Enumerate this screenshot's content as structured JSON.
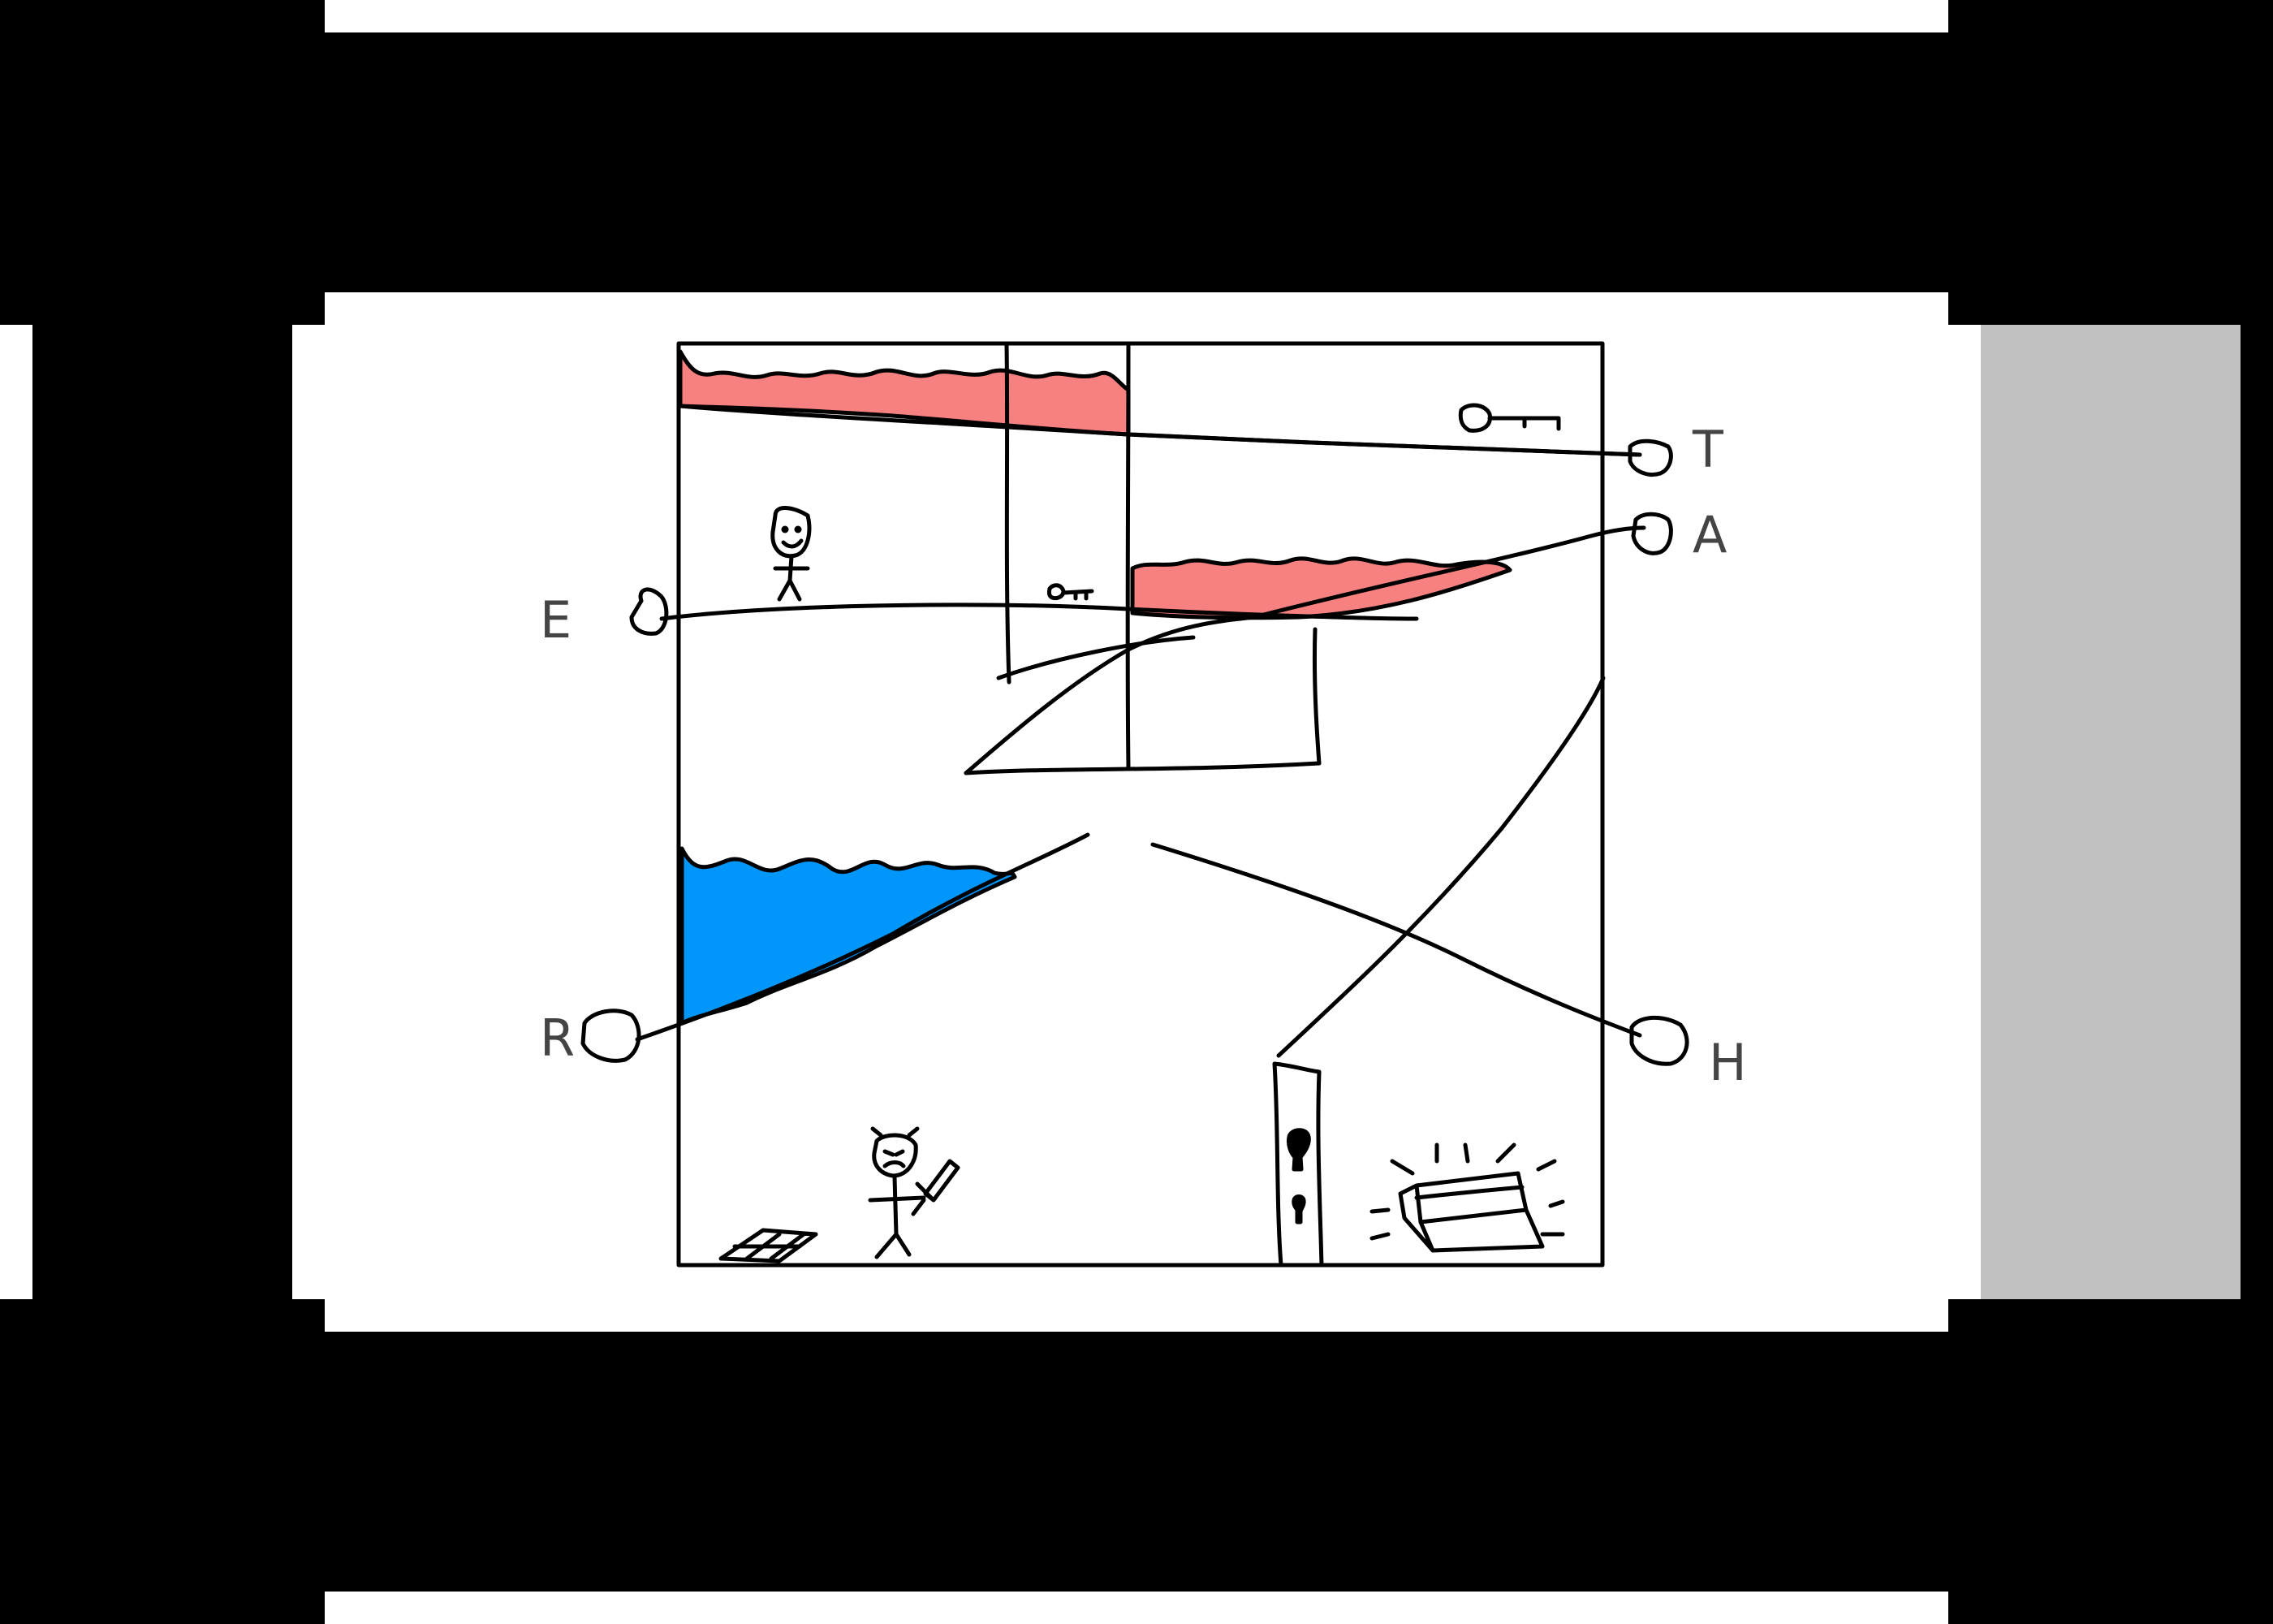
{
  "game": {
    "pins": [
      {
        "id": "T",
        "label": "T"
      },
      {
        "id": "A",
        "label": "A"
      },
      {
        "id": "E",
        "label": "E"
      },
      {
        "id": "R",
        "label": "R"
      },
      {
        "id": "H",
        "label": "H"
      }
    ],
    "colors": {
      "background": "#000000",
      "screen": "#ffffff",
      "side_panel": "#c0c0c0",
      "lava": "#f78080",
      "water": "#0096fa",
      "ink": "#000000",
      "label": "#444444"
    },
    "objects": [
      "hero-stickman",
      "enemy-stickman-with-sword",
      "key-upper-right",
      "key-middle",
      "locked-door",
      "treasure-chest",
      "grate",
      "lava-pool-top-left",
      "lava-pool-middle-right",
      "water-pool-left"
    ]
  }
}
